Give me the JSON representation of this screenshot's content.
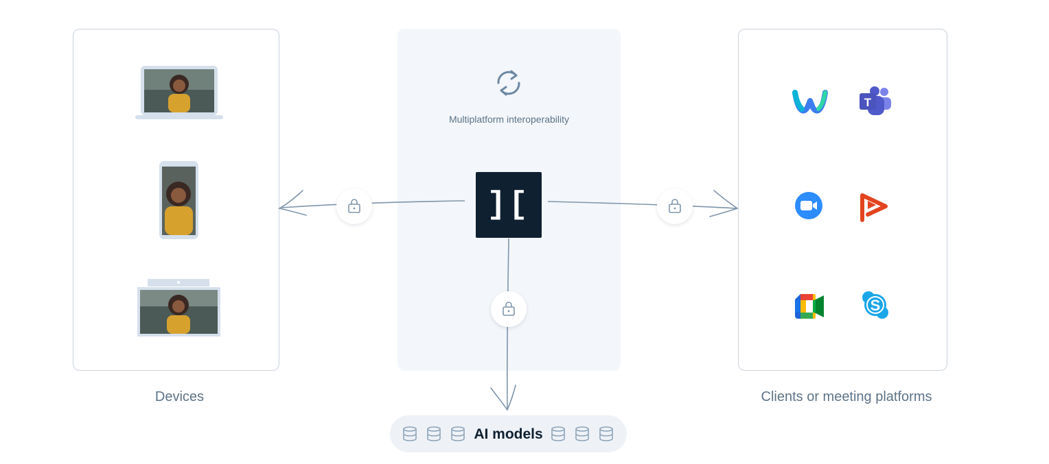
{
  "center": {
    "label": "Multiplatform interoperability",
    "logo_text": "]["
  },
  "devices": {
    "caption": "Devices"
  },
  "platforms": {
    "caption": "Clients or meeting platforms"
  },
  "ai": {
    "label": "AI models"
  },
  "colors": {
    "panel_border": "#c9d2dc",
    "center_bg": "#f3f6fa",
    "logo_bg": "#0f2031",
    "caption": "#5d7387",
    "arrow": "#7e95ab",
    "webex": "#3d7bf0",
    "teams": "#5059c9",
    "zoom": "#2d8cff",
    "poly": "#e2451f",
    "skype": "#1aa6e8"
  }
}
